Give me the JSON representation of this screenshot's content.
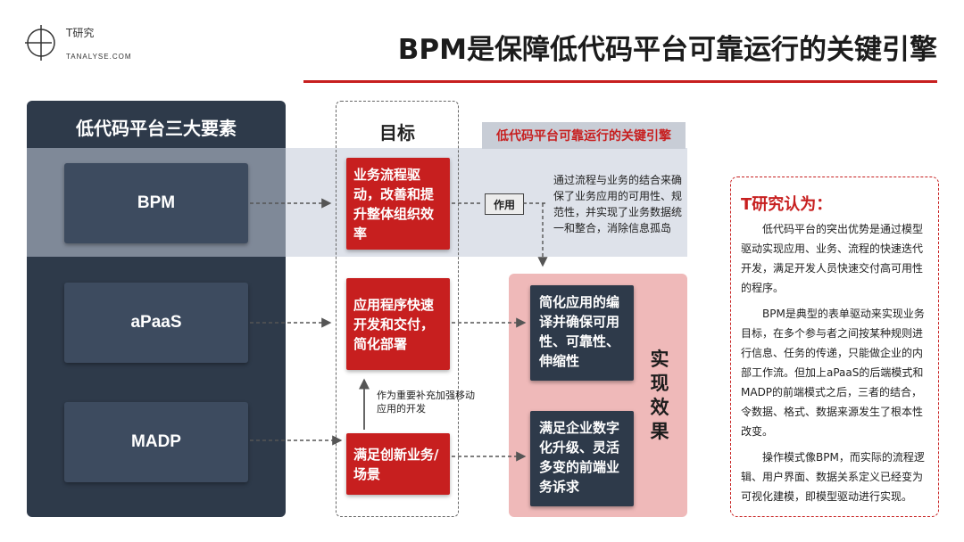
{
  "header": {
    "brand_name": "T研究",
    "brand_sub": "TANALYSE.COM",
    "title": "BPM是保障低代码平台可靠运行的关键引擎"
  },
  "left": {
    "title": "低代码平台三大要素",
    "pillars": [
      "BPM",
      "aPaaS",
      "MADP"
    ]
  },
  "goals": {
    "title": "目标",
    "items": [
      "业务流程驱动，改善和提升整体组织效率",
      "应用程序快速开发和交付，简化部署",
      "满足创新业务/场景"
    ]
  },
  "engine": {
    "label": "低代码平台可靠运行的关键引擎",
    "role_tag": "作用",
    "description": "通过流程与业务的结合来确保了业务应用的可用性、规范性，并实现了业务数据统一和整合，消除信息孤岛"
  },
  "side_note": "作为重要补充加强移动应用的开发",
  "effects": {
    "label": "实现效果",
    "items": [
      "简化应用的编译并确保可用性、可靠性、伸缩性",
      "满足企业数字化升级、灵活多变的前端业务诉求"
    ]
  },
  "opinion": {
    "title": "T研究认为：",
    "paragraphs": [
      "低代码平台的突出优势是通过模型驱动实现应用、业务、流程的快速迭代开发，满足开发人员快速交付高可用性的程序。",
      "BPM是典型的表单驱动来实现业务目标，在多个参与者之间按某种规则进行信息、任务的传递，只能做企业的内部工作流。但加上aPaaS的后端模式和MADP的前端模式之后，三者的结合，令数据、格式、数据来源发生了根本性改变。",
      "操作模式像BPM，而实际的流程逻辑、用户界面、数据关系定义已经变为可视化建模，即模型驱动进行实现。"
    ]
  },
  "colors": {
    "accent_red": "#c71f1f",
    "navy": "#2e3a4a",
    "pink": "#efb9b9"
  }
}
